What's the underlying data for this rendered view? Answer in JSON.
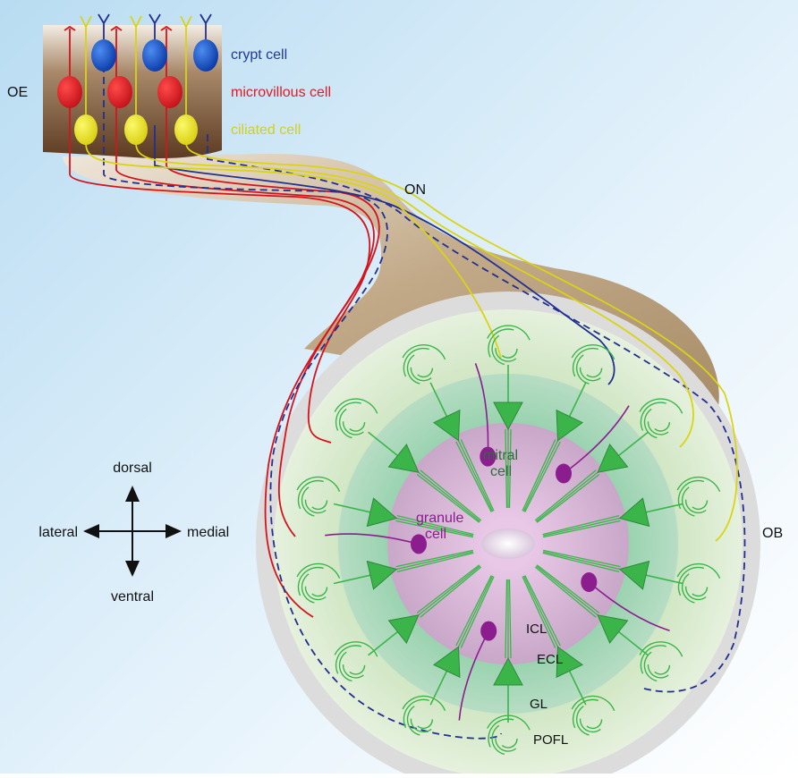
{
  "labels": {
    "oe": "OE",
    "on": "ON",
    "ob": "OB",
    "crypt": "crypt cell",
    "microvillous": "microvillous cell",
    "ciliated": "ciliated cell",
    "mitral_1": "mitral",
    "mitral_2": "cell",
    "granule_1": "granule",
    "granule_2": "cell",
    "icl": "ICL",
    "ecl": "ECL",
    "gl": "GL",
    "pofl": "POFL",
    "dorsal": "dorsal",
    "ventral": "ventral",
    "lateral": "lateral",
    "medial": "medial"
  },
  "colors": {
    "crypt": "#1e3a9a",
    "microvillous": "#e21b23",
    "ciliated": "#e6e31f",
    "mitral": "#3bb54a",
    "granule": "#8b1d8f",
    "tissue": "#a08461",
    "epithelium": "#6e4a2d"
  },
  "icons": {
    "axis": "compass-cross-arrows",
    "mitral": "triangle-neuron",
    "granule": "oval-neuron",
    "glomerulus": "dendritic-tuft"
  }
}
